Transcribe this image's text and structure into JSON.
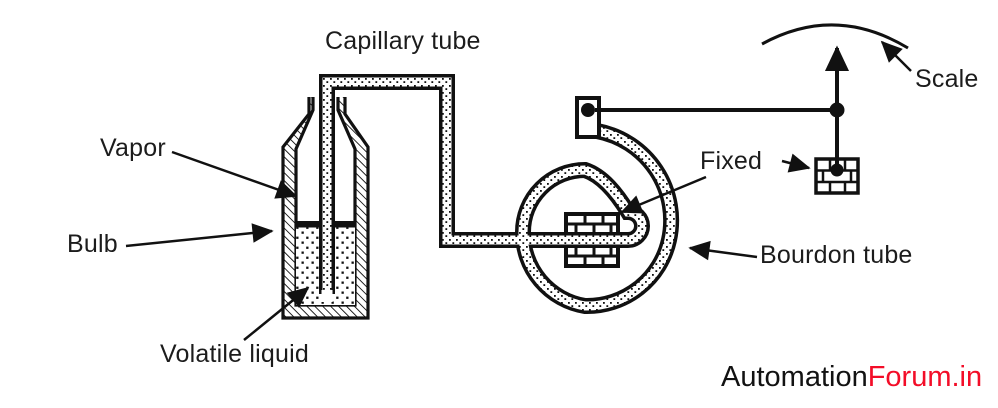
{
  "diagram": {
    "labels": {
      "capillary_tube": "Capillary tube",
      "vapor": "Vapor",
      "bulb": "Bulb",
      "volatile_liquid": "Volatile liquid",
      "fixed": "Fixed",
      "bourdon_tube": "Bourdon tube",
      "scale": "Scale"
    },
    "colors": {
      "ink": "#111111",
      "watermark_red": "#f30d28",
      "background": "#ffffff"
    }
  },
  "watermark": {
    "black_part": "Automation",
    "red_part": "Forum.in"
  }
}
